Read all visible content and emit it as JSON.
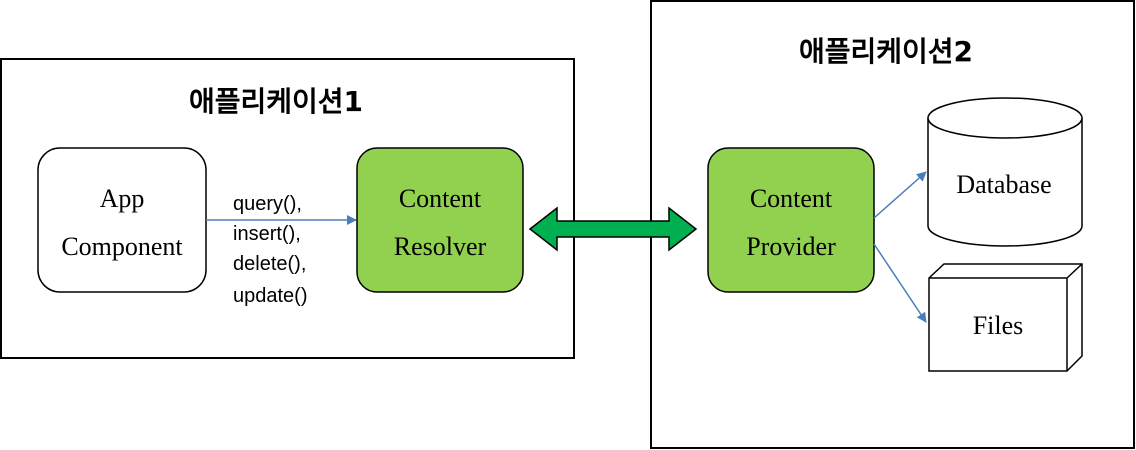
{
  "colors": {
    "green_box": "#92d050",
    "arrow_blue": "#4a7ebb",
    "double_arrow": "#00b050",
    "border": "#000000"
  },
  "app1": {
    "title": "애플리케이션1",
    "app_component": [
      "App",
      "Component"
    ],
    "calls": [
      "query(),",
      "insert(),",
      "delete(),",
      "update()"
    ],
    "content_resolver": [
      "Content",
      "Resolver"
    ]
  },
  "app2": {
    "title": "애플리케이션2",
    "content_provider": [
      "Content",
      "Provider"
    ],
    "database": "Database",
    "files": "Files"
  }
}
